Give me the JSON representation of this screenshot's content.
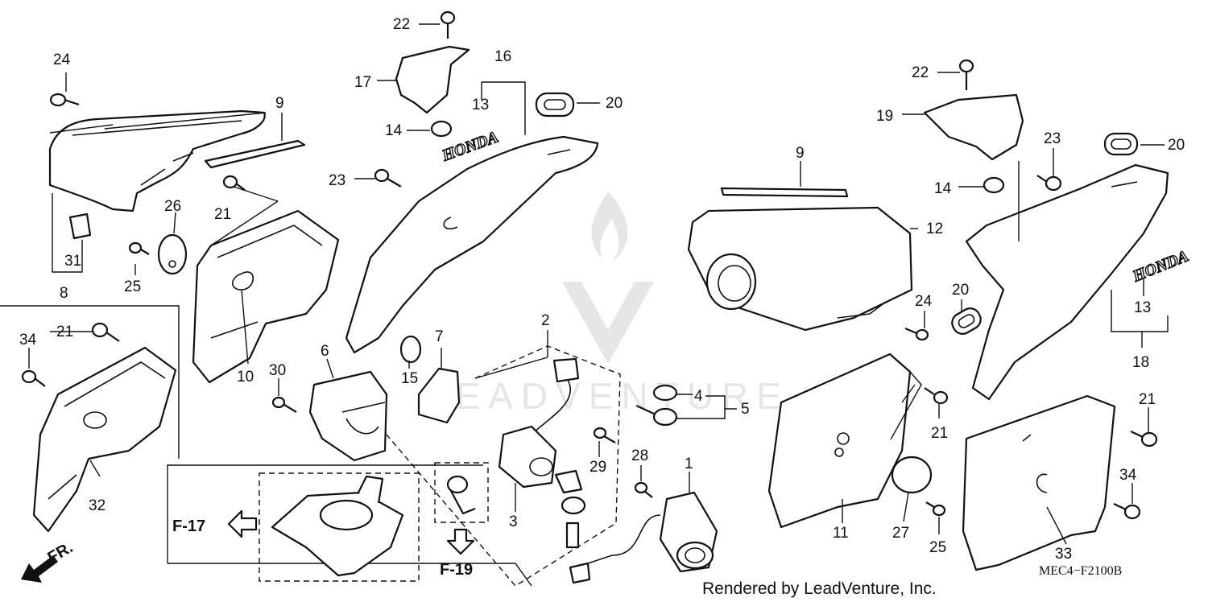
{
  "watermark": {
    "text": "LEADVENTURE"
  },
  "callouts": {
    "c24a": "24",
    "c9a": "9",
    "c8": "8",
    "c31": "31",
    "c26": "26",
    "c25a": "25",
    "c21a": "21",
    "c10": "10",
    "c21b": "21",
    "c34a": "34",
    "c32": "32",
    "c22a": "22",
    "c17": "17",
    "c16": "16",
    "c13a": "13",
    "c20a": "20",
    "c14a": "14",
    "c23a": "23",
    "c6": "6",
    "c30": "30",
    "c15": "15",
    "c7": "7",
    "c2": "2",
    "c3": "3",
    "c29": "29",
    "c28": "28",
    "c1": "1",
    "c4": "4",
    "c5": "5",
    "c22b": "22",
    "c19": "19",
    "c9b": "9",
    "c12": "12",
    "c24b": "24",
    "c23b": "23",
    "c14b": "14",
    "c20b": "20",
    "c20c": "20",
    "c13b": "13",
    "c18": "18",
    "c21c": "21",
    "c11": "11",
    "c27": "27",
    "c25b": "25",
    "c21d": "21",
    "c34b": "34",
    "c33": "33"
  },
  "references": {
    "f17": "F-17",
    "f19": "F-19"
  },
  "emblem_text": "HONDA",
  "fr_label": "FR.",
  "diagram_code": "MEC4−F2100B",
  "credit": "Rendered by LeadVenture, Inc."
}
